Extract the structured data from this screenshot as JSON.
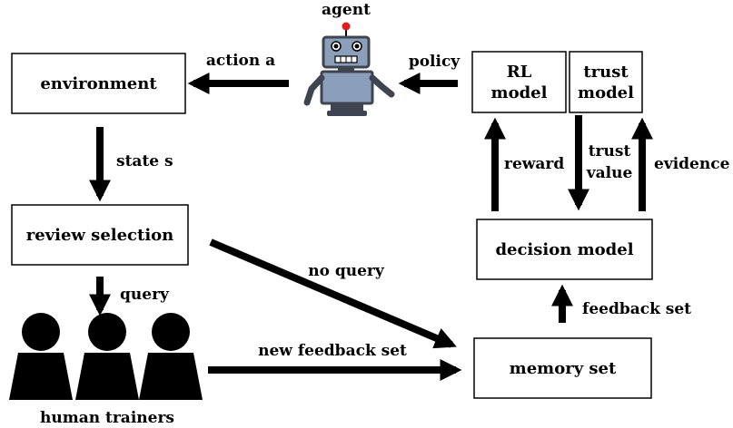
{
  "agent": {
    "label": "agent"
  },
  "nodes": {
    "environment": "environment",
    "review_selection": "review selection",
    "rl_model": {
      "line1": "RL",
      "line2": "model"
    },
    "trust_model": {
      "line1": "trust",
      "line2": "model"
    },
    "decision_model": "decision model",
    "memory_set": "memory set",
    "human_trainers": "human trainers"
  },
  "edges": {
    "action": "action a",
    "policy": "policy",
    "state": "state s",
    "query": "query",
    "no_query": "no query",
    "new_feedback_set": "new feedback set",
    "feedback_set": "feedback set",
    "reward": "reward",
    "trust_value": {
      "line1": "trust",
      "line2": "value"
    },
    "evidence": "evidence"
  },
  "colors": {
    "robot_body": "#8c9fba",
    "robot_dark": "#3f4550",
    "robot_antenna": "#e21b1b",
    "stroke": "#000000"
  }
}
